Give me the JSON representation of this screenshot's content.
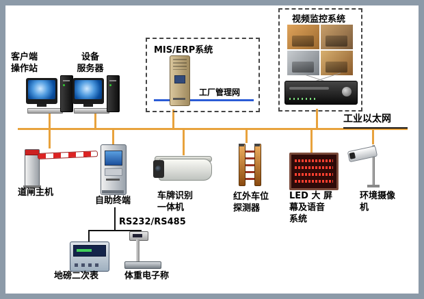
{
  "frame": {
    "color": "#8C9AA8"
  },
  "bus": {
    "label": "工业以太网",
    "color": "#E8A23C"
  },
  "stations": {
    "client": "客户端\n操作站",
    "server": "设备\n服务器"
  },
  "mis": {
    "title": "MIS/ERP系统",
    "network": "工厂管理网",
    "line_color": "#2B5CD6"
  },
  "video": {
    "title": "视频监控系统"
  },
  "field_devices": {
    "barrier": "道闸主机",
    "kiosk": "自助终端",
    "lpr": "车牌识别\n一体机",
    "ir": "红外车位\n探测器",
    "led": "LED 大 屏\n幕及语音\n系统",
    "envcam": "环境摄像\n机"
  },
  "serial": {
    "bus_label": "RS232/RS485",
    "meter": "地磅二次表",
    "scale": "体重电子称"
  },
  "illustrations": [
    "client-workstation-graphic",
    "device-server-graphic",
    "erp-server-tower-graphic",
    "surveillance-grid-graphic",
    "dvr-graphic",
    "barrier-gate-graphic",
    "kiosk-graphic",
    "lpr-camera-graphic",
    "ir-detector-graphic",
    "led-screen-graphic",
    "environment-camera-graphic",
    "weighbridge-meter-graphic",
    "electronic-scale-graphic"
  ]
}
